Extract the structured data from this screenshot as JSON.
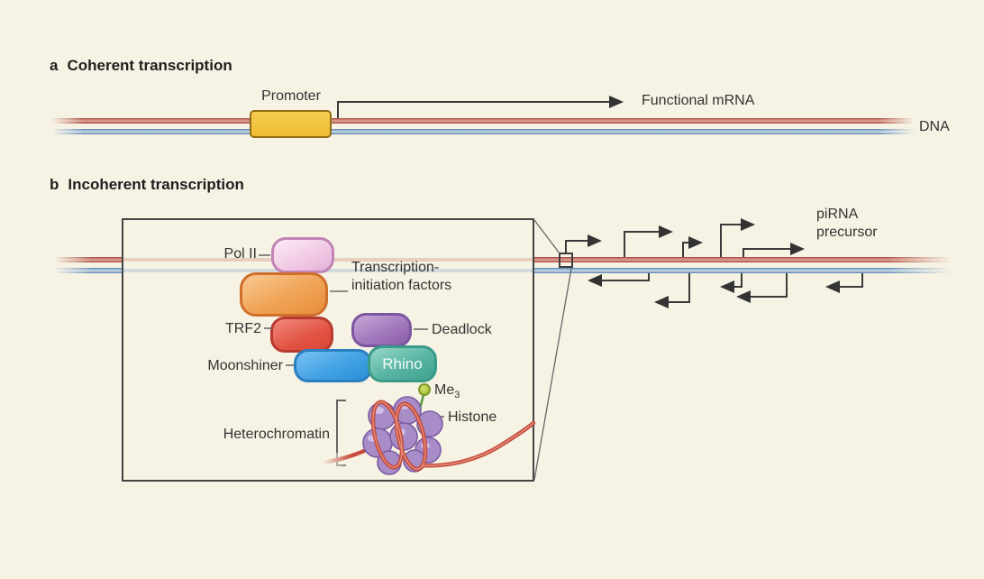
{
  "figure": {
    "panel_a": {
      "label": "a",
      "title": "Coherent transcription",
      "promoter_label": "Promoter",
      "mrna_label": "Functional mRNA",
      "dna_label": "DNA"
    },
    "panel_b": {
      "label": "b",
      "title": "Incoherent transcription",
      "pirna_line1": "piRNA",
      "pirna_line2": "precursor",
      "inset": {
        "pol2_label": "Pol II",
        "tif_line1": "Transcription-",
        "tif_line2": "initiation factors",
        "trf2_label": "TRF2",
        "deadlock_label": "Deadlock",
        "moonshiner_label": "Moonshiner",
        "rhino_label": "Rhino",
        "me_label": "Me",
        "me_subscript": "3",
        "histone_label": "Histone",
        "heterochromatin_label": "Heterochromatin"
      }
    },
    "colors": {
      "background": "#f6f3e4",
      "dna_red": "#b5493c",
      "dna_blue": "#6f9cc4",
      "promoter_yellow": "#f0c340",
      "pol2_pink": "#f2cbe5",
      "tif_orange": "#f0a355",
      "trf2_red": "#e25343",
      "deadlock_purple": "#a379bd",
      "moonshiner_blue": "#42a2e4",
      "rhino_teal": "#58b4a2",
      "me3_green": "#a3bd32",
      "histone_purple": "#a78cc7",
      "chromatin_red": "#c64b3c",
      "arrow_gray": "#3a3a3a"
    }
  }
}
